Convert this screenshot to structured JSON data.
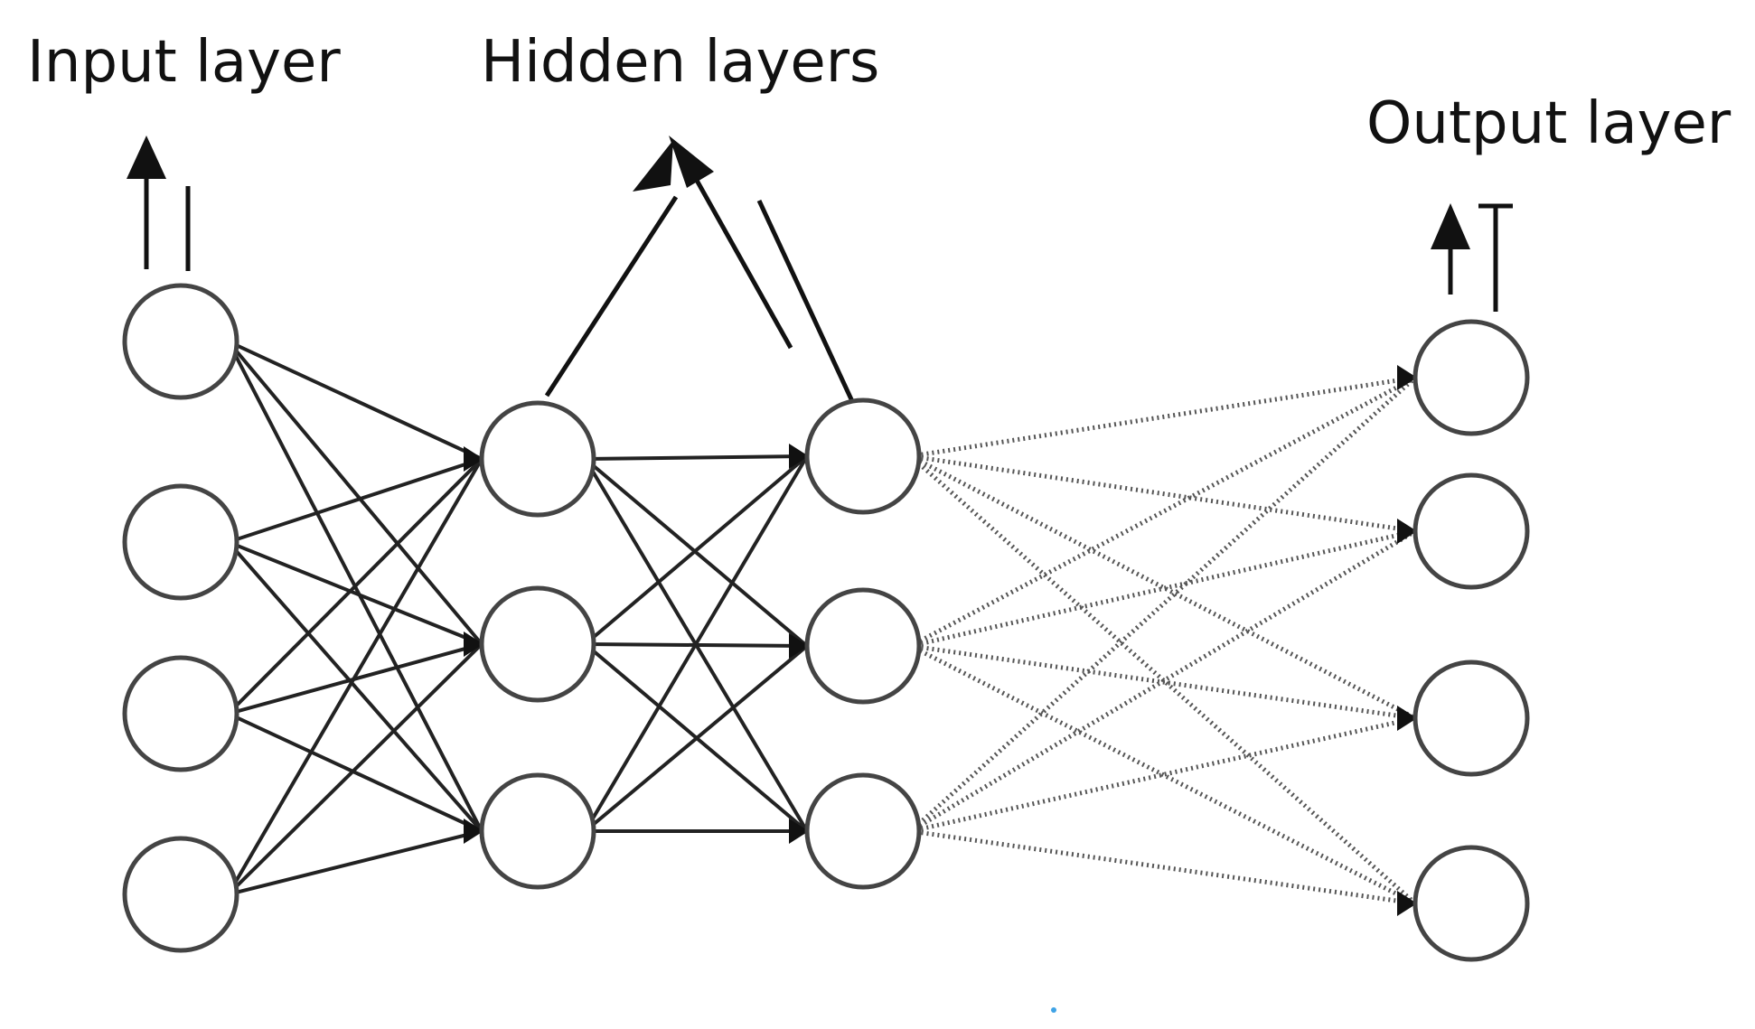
{
  "labels": {
    "input": "Input layer",
    "hidden": "Hidden layers",
    "output": "Output layer"
  },
  "network": {
    "layer_sizes": [
      4,
      3,
      3,
      4
    ],
    "connections": "fully-connected",
    "last_layer_edge_style": "dotted"
  },
  "colors": {
    "stroke": "#222222",
    "node_stroke": "#444444",
    "dotted_edge": "#555555",
    "text": "#111111",
    "background": "#ffffff"
  }
}
